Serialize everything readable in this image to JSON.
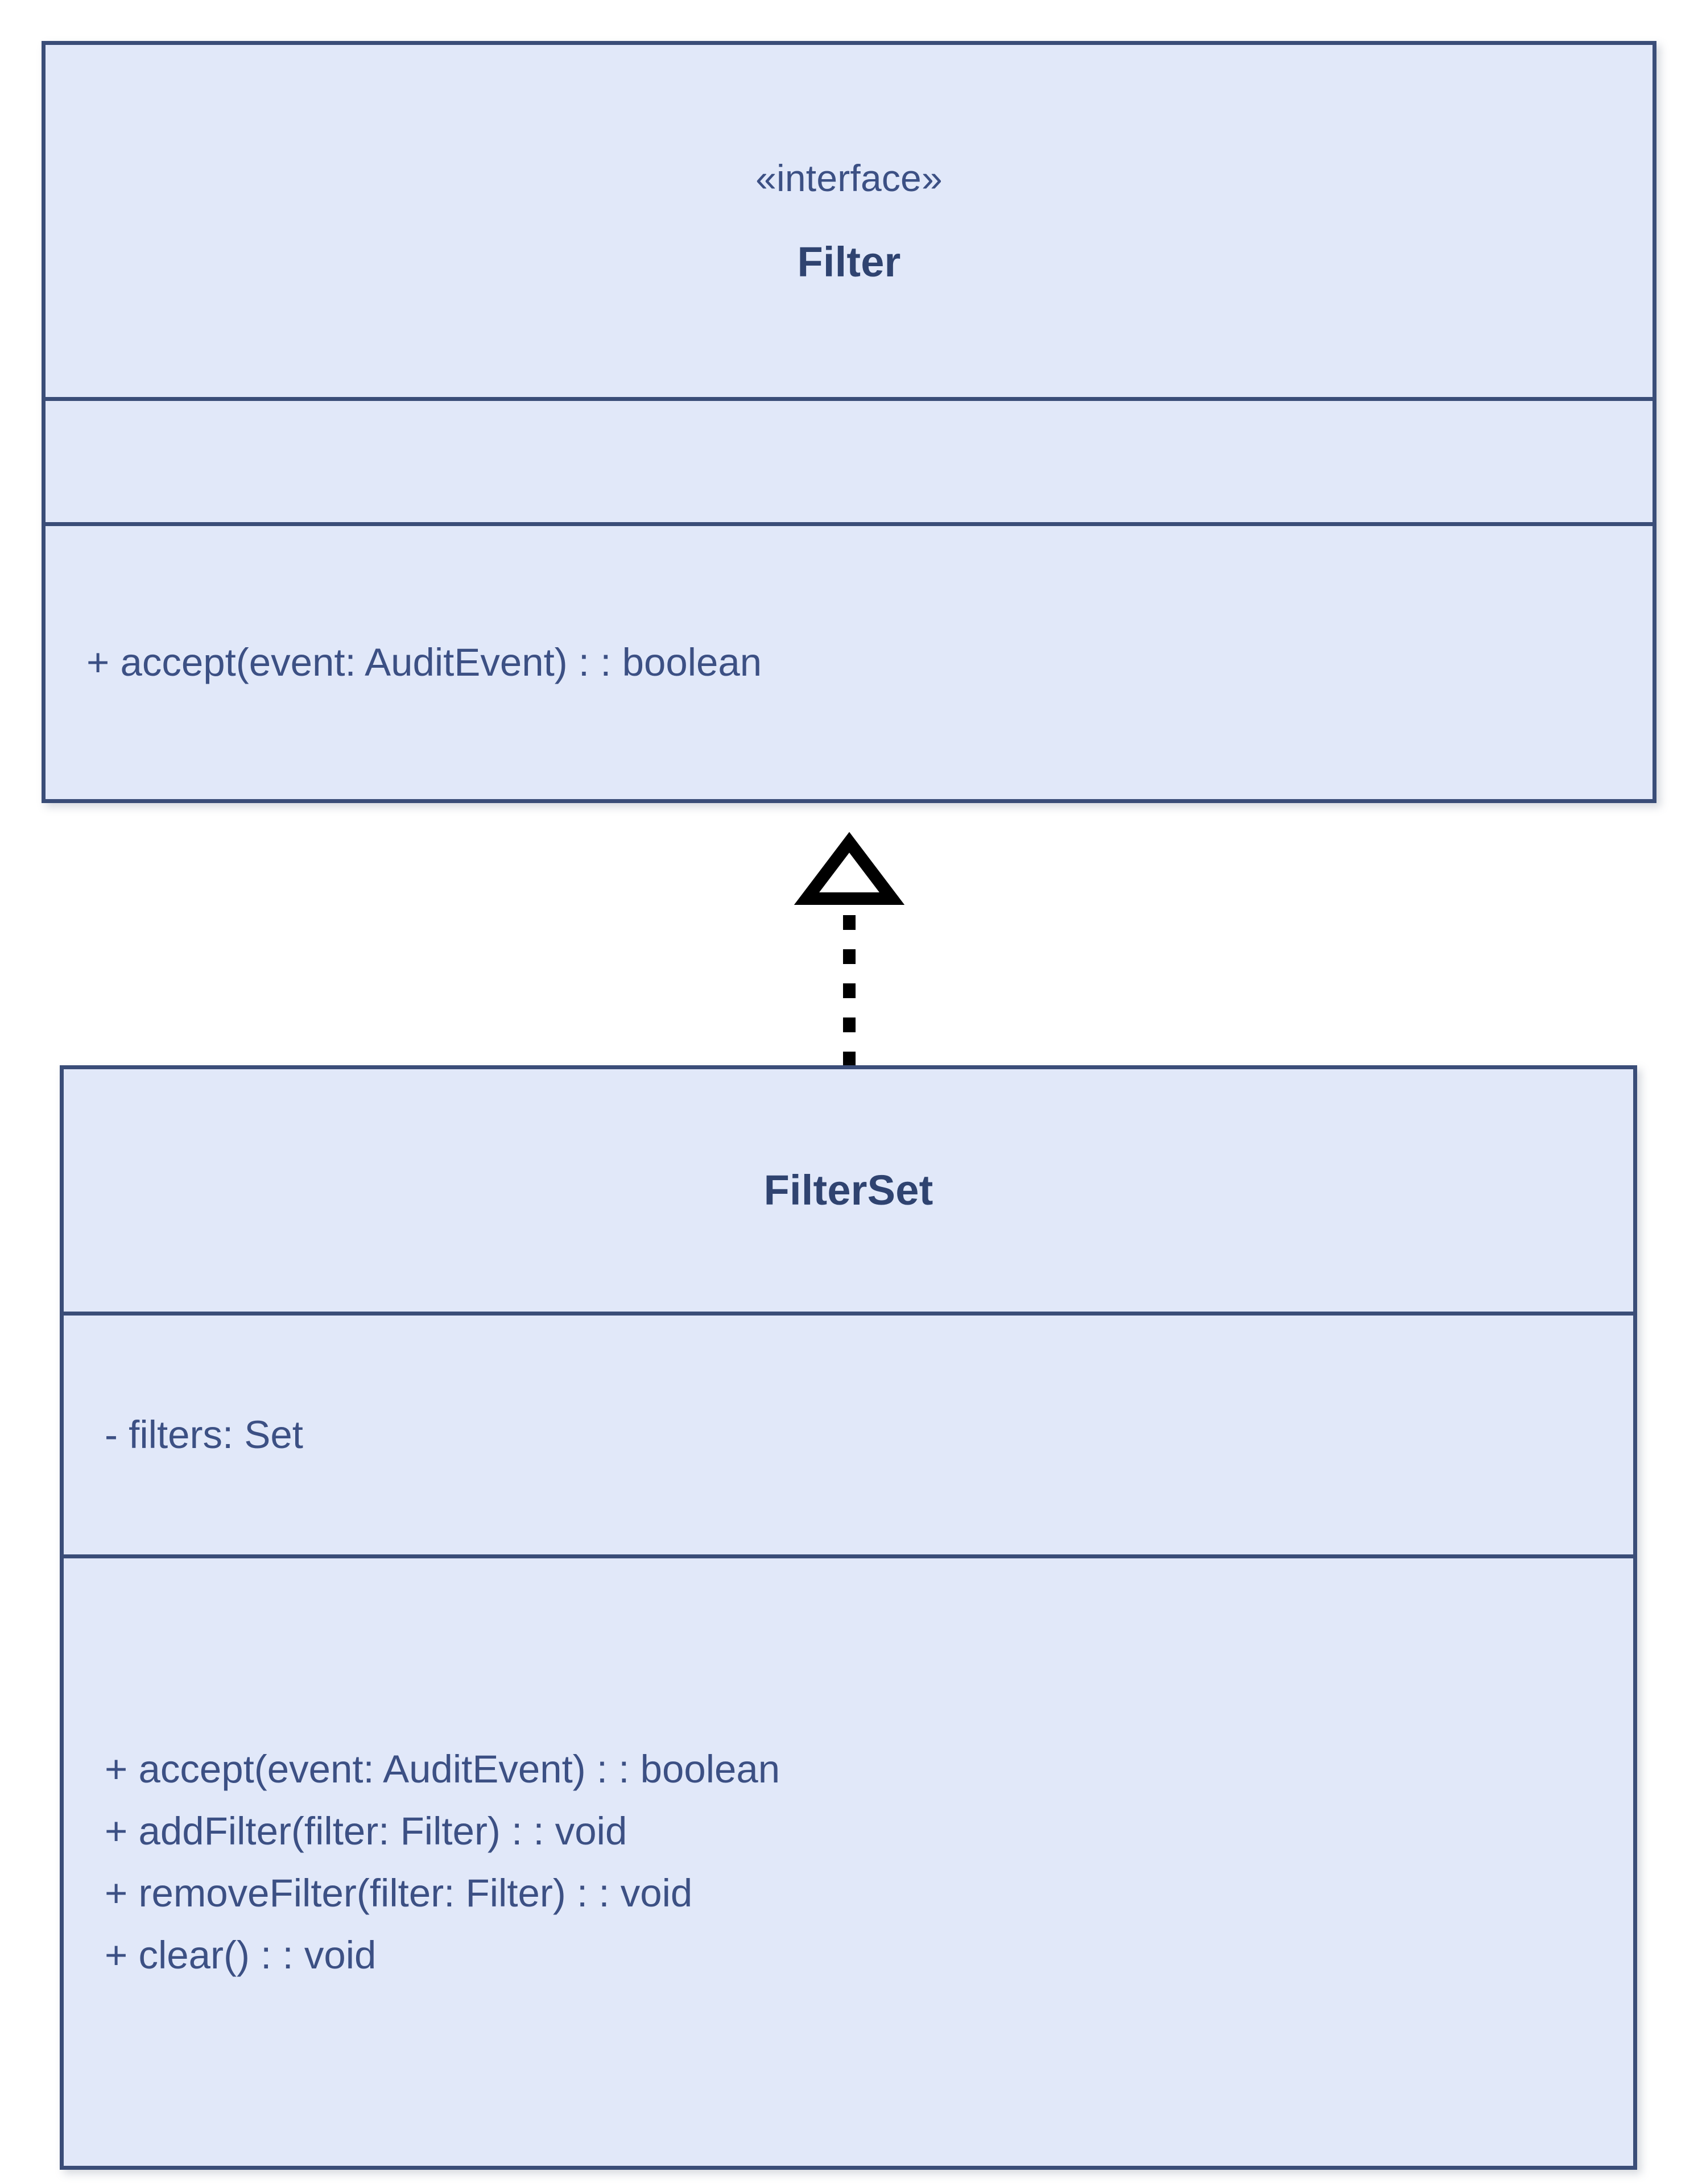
{
  "diagram": {
    "type": "uml-class-diagram",
    "background_color": "#ffffff",
    "node_fill_color": "#e1e8f9",
    "node_border_color": "#3a4d78",
    "text_color": "#3c5084",
    "title_color": "#2f4370",
    "connector_color": "#000000"
  },
  "classes": [
    {
      "id": "filter",
      "stereotype": "«interface»",
      "name": "Filter",
      "attributes": [],
      "methods": [
        "+ accept(event: AuditEvent) : : boolean"
      ]
    },
    {
      "id": "filterset",
      "stereotype": "",
      "name": "FilterSet",
      "attributes": [
        "- filters: Set"
      ],
      "methods": [
        "+ accept(event: AuditEvent) : : boolean",
        "+ addFilter(filter: Filter) : : void",
        "+ removeFilter(filter: Filter) : : void",
        "+ clear() : : void"
      ]
    }
  ],
  "relationships": [
    {
      "id": "realization-filterset-filter",
      "kind": "realization",
      "label": "",
      "from": "filterset",
      "to": "filter",
      "line_style": "dotted",
      "arrow_head": "hollow-triangle"
    }
  ]
}
